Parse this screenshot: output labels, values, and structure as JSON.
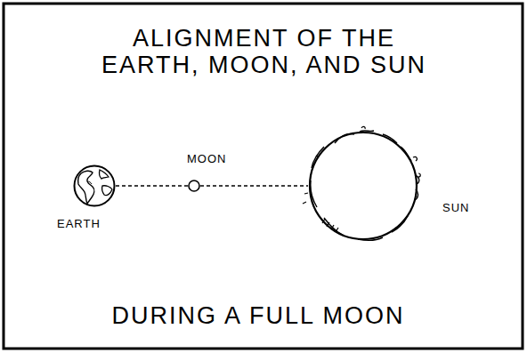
{
  "diagram": {
    "title": "ALIGNMENT OF THE EARTH, MOON, AND SUN",
    "caption": "DURING A FULL MOON",
    "nodes": [
      {
        "text": [
          "EARTH"
        ]
      },
      {
        "text": [
          "MOON"
        ]
      },
      {
        "text": [
          "SUN"
        ]
      }
    ],
    "edges": [
      {
        "from": 0,
        "to": 1,
        "arrow": "none"
      },
      {
        "from": 1,
        "to": 2,
        "arrow": "none"
      }
    ]
  }
}
